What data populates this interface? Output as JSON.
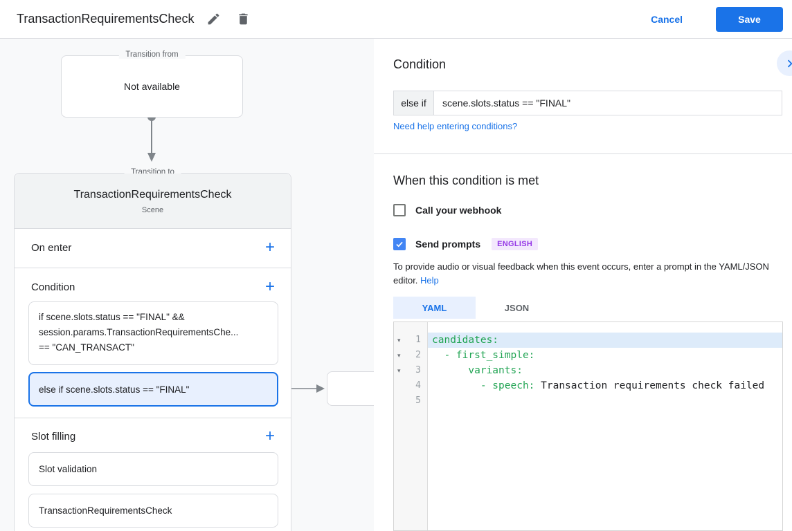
{
  "header": {
    "title": "TransactionRequirementsCheck",
    "cancel_label": "Cancel",
    "save_label": "Save"
  },
  "diagram": {
    "transition_from": {
      "label": "Transition from",
      "content": "Not available"
    },
    "transition_to": {
      "label": "Transition to",
      "title": "TransactionRequirementsCheck",
      "subtitle": "Scene",
      "on_enter_label": "On enter",
      "condition_label": "Condition",
      "slot_filling_label": "Slot filling",
      "add_button": "+",
      "conditions": {
        "first_line1": "if scene.slots.status == \"FINAL\" &&",
        "first_line2": "session.params.TransactionRequirementsChe...",
        "first_line3": "== \"CAN_TRANSACT\"",
        "selected": "else if scene.slots.status == \"FINAL\""
      },
      "slot_items": [
        "Slot validation",
        "TransactionRequirementsCheck"
      ]
    }
  },
  "panel": {
    "title": "Condition",
    "condition_prefix": "else if",
    "condition_value": "scene.slots.status == \"FINAL\"",
    "help_link": "Need help entering conditions?",
    "when_met_title": "When this condition is met",
    "webhook_label": "Call your webhook",
    "send_prompts_label": "Send prompts",
    "language_badge": "ENGLISH",
    "prompt_hint": "To provide audio or visual feedback when this event occurs, enter a prompt in the YAML/JSON editor.",
    "prompt_hint_link": "Help",
    "tabs": [
      {
        "label": "YAML",
        "active": true
      },
      {
        "label": "JSON",
        "active": false
      }
    ],
    "editor": {
      "lines": [
        {
          "num": "1",
          "code": "candidates:",
          "value": ""
        },
        {
          "num": "2",
          "code": "  - first_simple:",
          "value": ""
        },
        {
          "num": "3",
          "code": "      variants:",
          "value": ""
        },
        {
          "num": "4",
          "code": "        - speech: ",
          "value": "Transaction requirements check failed"
        },
        {
          "num": "5",
          "code": "",
          "value": ""
        }
      ]
    }
  },
  "icons": {
    "edit": "pencil-icon",
    "delete": "trash-icon",
    "collapse": "chevron-right-icon",
    "checked": "checkmark-icon"
  },
  "colors": {
    "accent_blue": "#1a73e8",
    "checkbox_blue": "#4285f4",
    "selected_condition_bg": "#e8f0fe",
    "selected_condition_border": "#1a73e8",
    "badge_bg": "#f3e8fd",
    "badge_text": "#9334e6",
    "code_key_green": "#21a453",
    "editor_line_highlight": "#ddebfa",
    "canvas_bg": "#f8f9fa",
    "card_header_bg": "#f1f3f4",
    "border_gray": "#dadce0",
    "arrow_gray": "#80868b"
  }
}
